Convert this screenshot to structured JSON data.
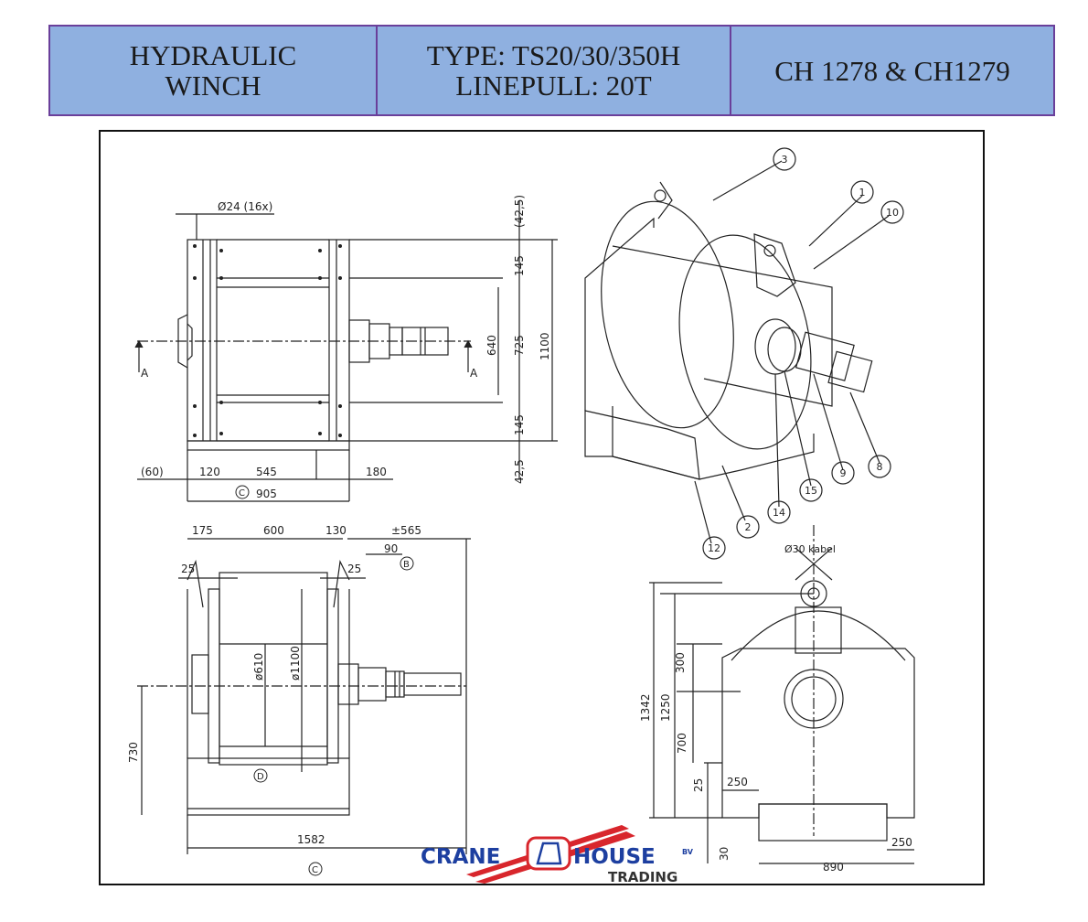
{
  "header": {
    "product_line1": "HYDRAULIC",
    "product_line2": "WINCH",
    "type_line1": "TYPE: TS20/30/350H",
    "type_line2": "LINEPULL: 20T",
    "reference": "CH 1278 & CH1279"
  },
  "drawing": {
    "top_view": {
      "bolt_label": "Ø24 (16x)",
      "dim_425_top": "(42,5)",
      "dim_145_a": "145",
      "dim_640": "640",
      "dim_725": "725",
      "dim_1100": "1100",
      "dim_145_b": "145",
      "dim_425_bottom": "42,5",
      "section_a_left": "A",
      "section_a_right": "A",
      "dim_60": "(60)",
      "dim_120": "120",
      "dim_545": "545",
      "dim_180": "180",
      "dim_905": "905",
      "marker_c": "C"
    },
    "side_view": {
      "dim_175": "175",
      "dim_600": "600",
      "dim_130": "130",
      "dim_565": "±565",
      "dim_90": "90",
      "marker_b": "B",
      "dim_25_left": "25",
      "dim_25_right": "25",
      "dim_610": "ø610",
      "dim_1100": "ø1100",
      "dim_730": "730",
      "marker_d": "D",
      "dim_1582": "1582",
      "marker_c": "C"
    },
    "front_view": {
      "cable_label": "Ø30 kabel",
      "dim_300": "300",
      "dim_1250": "1250",
      "dim_1342": "1342",
      "dim_700": "700",
      "dim_25": "25",
      "dim_250_top": "250",
      "dim_30": "30",
      "dim_890": "890",
      "dim_250_bottom": "250"
    },
    "callouts": [
      "3",
      "1",
      "10",
      "2",
      "12",
      "14",
      "15",
      "9",
      "8"
    ]
  },
  "logo": {
    "word1": "CRANE",
    "word2": "HOUSE",
    "suffix": "BV",
    "tagline": "TRADING",
    "color_blue": "#1d3fa0",
    "color_red": "#d8262c"
  }
}
